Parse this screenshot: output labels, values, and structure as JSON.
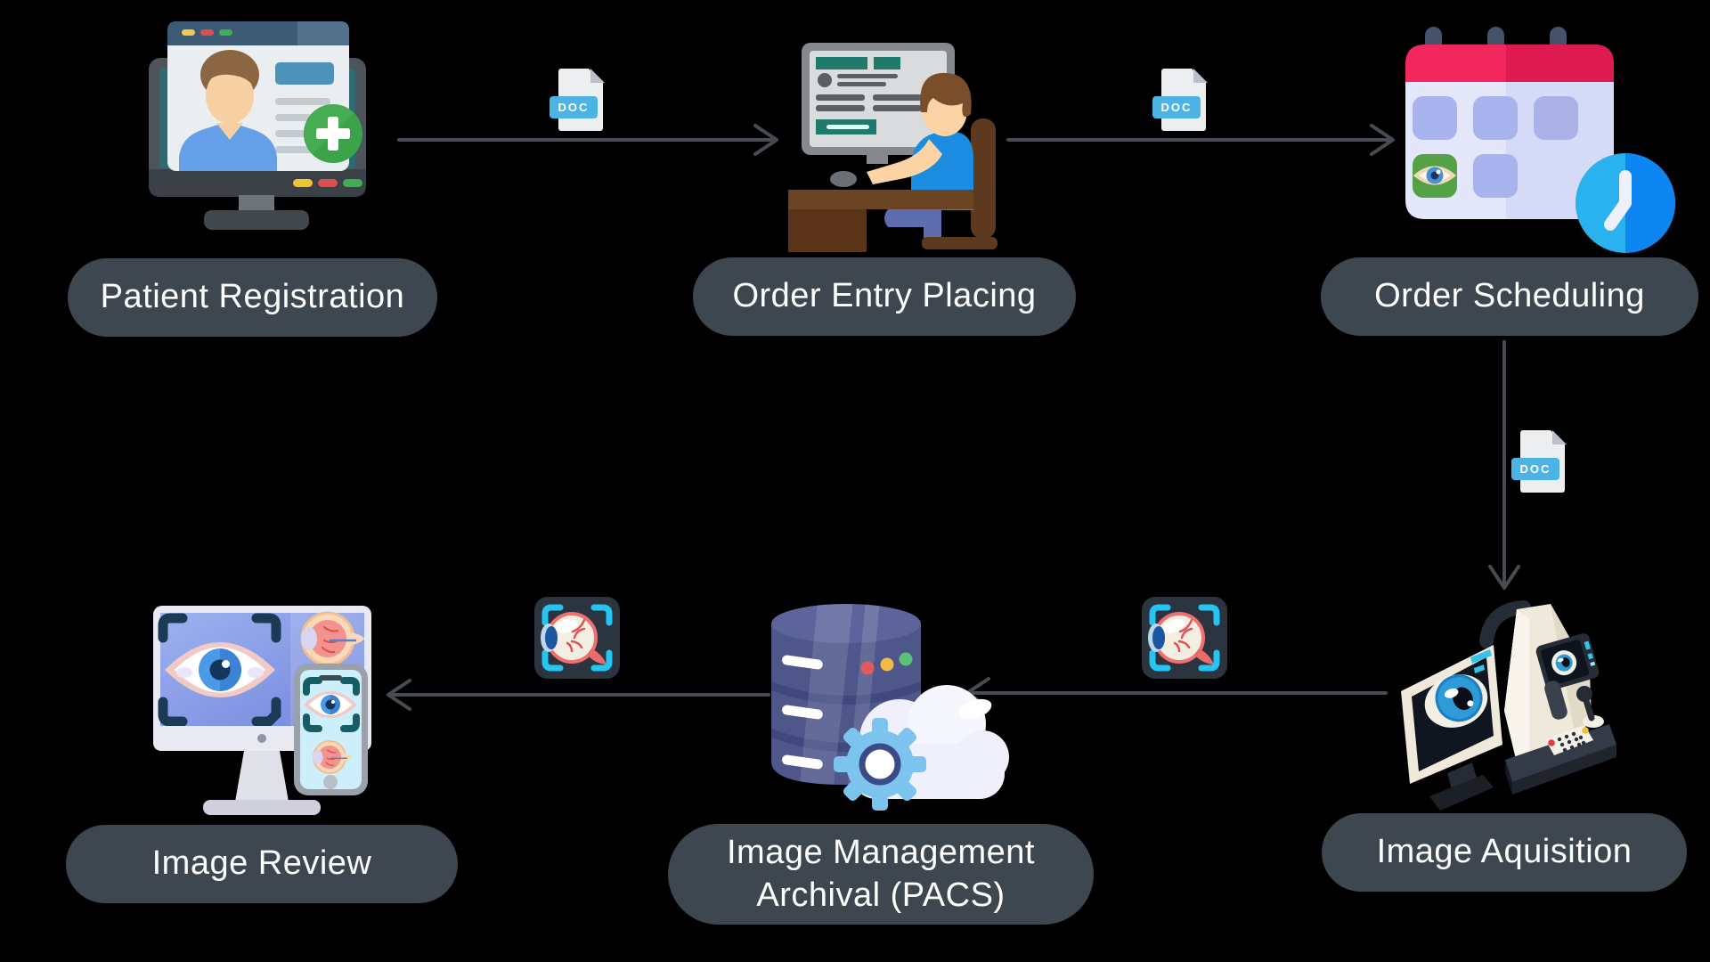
{
  "diagram": {
    "background": "#000000",
    "description": "Ophthalmic imaging workflow with six steps connected by arrows"
  },
  "labels": {
    "patient_registration": "Patient Registration",
    "order_entry_placing": "Order Entry Placing",
    "order_scheduling": "Order Scheduling",
    "image_aquisition": "Image Aquisition",
    "image_management_line1": "Image Management",
    "image_management_line2": "Archival (PACS)",
    "image_review": "Image Review"
  },
  "badges": {
    "doc": "DOC"
  },
  "connectors": [
    {
      "from": "Patient Registration",
      "to": "Order Entry Placing",
      "via": "DOC file",
      "direction": "right"
    },
    {
      "from": "Order Entry Placing",
      "to": "Order Scheduling",
      "via": "DOC file",
      "direction": "right"
    },
    {
      "from": "Order Scheduling",
      "to": "Image Aquisition",
      "via": "DOC file",
      "direction": "down"
    },
    {
      "from": "Image Aquisition",
      "to": "Image Management Archival (PACS)",
      "via": "eye scan image",
      "direction": "left"
    },
    {
      "from": "Image Management Archival (PACS)",
      "to": "Image Review",
      "via": "eye scan image",
      "direction": "left"
    }
  ],
  "icons": {
    "patient_registration": "monitor-with-patient-profile-and-add",
    "order_entry_placing": "clinician-at-computer-desk",
    "order_scheduling": "calendar-with-eye-and-clock",
    "image_aquisition": "ophthalmic-imaging-device",
    "image_management": "database-cloud-gear",
    "image_review": "monitor-and-phone-eye-images",
    "doc_file": "doc-file-icon",
    "eye_scan": "eye-scan-tile-icon"
  },
  "colors": {
    "background": "#000000",
    "label_pill": "#3e474f",
    "label_text": "#ffffff",
    "arrow": "#474c52",
    "doc_page": "#eceef0",
    "doc_fold": "#b9c0c7",
    "doc_banner": "#4cb4e4",
    "scan_tile": "#2c3440",
    "scan_bracket": "#25c5f2",
    "calendar_red": "#f1265c",
    "clock_blue": "#1a9df2",
    "database_purple": "#4f5689",
    "gear_blue": "#7cc3ed",
    "plus_green": "#3da34a"
  }
}
